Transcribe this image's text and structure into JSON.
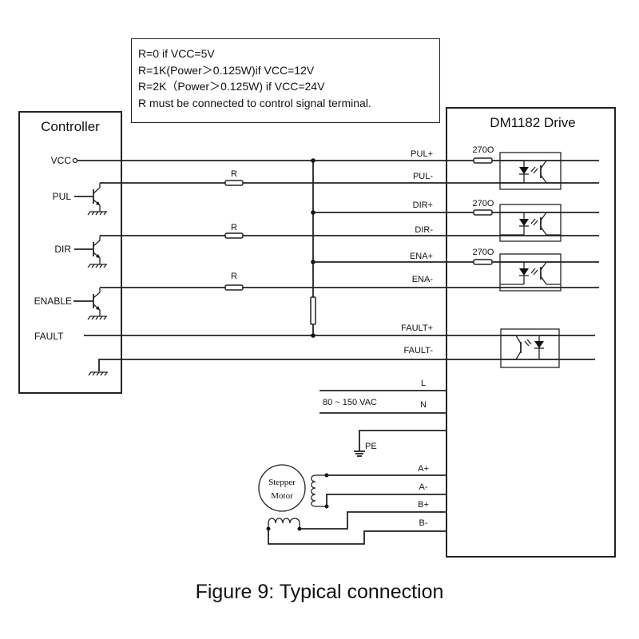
{
  "notes": [
    "R=0 if VCC=5V",
    "R=1K(Power＞0.125W)if  VCC=12V",
    "R=2K（Power＞0.125W) if VCC=24V",
    "R must be connected to control signal terminal."
  ],
  "controller": {
    "title": "Controller",
    "pins": {
      "vcc": "VCC",
      "pul": "PUL",
      "dir": "DIR",
      "enable": "ENABLE",
      "fault": "FAULT"
    },
    "series_resistor_label": "R"
  },
  "drive": {
    "title": "DM1182 Drive",
    "terminals": {
      "pul_plus": "PUL+",
      "pul_minus": "PUL-",
      "dir_plus": "DIR+",
      "dir_minus": "DIR-",
      "ena_plus": "ENA+",
      "ena_minus": "ENA-",
      "fault_plus": "FAULT+",
      "fault_minus": "FAULT-",
      "l": "L",
      "n": "N",
      "a_plus": "A+",
      "a_minus": "A-",
      "b_plus": "B+",
      "b_minus": "B-"
    },
    "input_resistor_label": "270O"
  },
  "power": {
    "supply_label": "80 ~ 150 VAC",
    "pe_label": "PE"
  },
  "motor": {
    "line1": "Stepper",
    "line2": "Motor"
  },
  "caption": "Figure 9: Typical connection"
}
